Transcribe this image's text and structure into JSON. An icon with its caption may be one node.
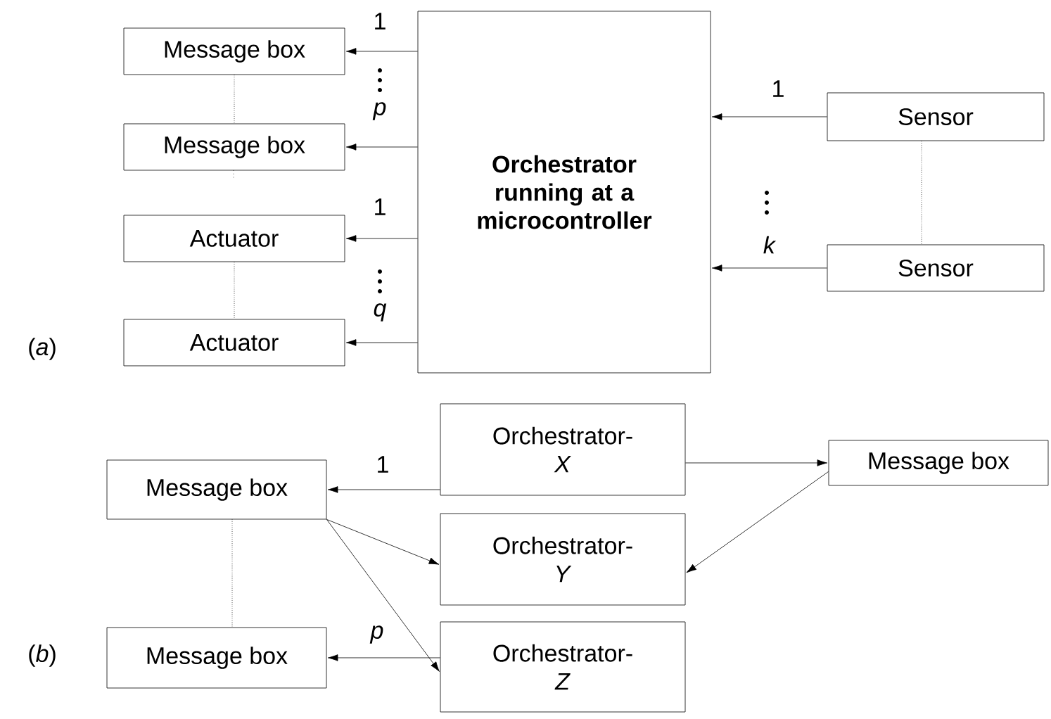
{
  "diagram": {
    "nodes": [
      {
        "text": [
          "Orchestrator running at a microcontroller"
        ]
      },
      {
        "text": [
          "Message box"
        ]
      },
      {
        "text": [
          "Message box"
        ]
      },
      {
        "text": [
          "Actuator"
        ]
      },
      {
        "text": [
          "Actuator"
        ]
      },
      {
        "text": [
          "Sensor"
        ]
      },
      {
        "text": [
          "Sensor"
        ]
      },
      {
        "text": [
          "Orchestrator- *X*"
        ]
      },
      {
        "text": [
          "Message box"
        ]
      },
      {
        "text": [
          "Message box"
        ]
      },
      {
        "text": [
          "Orchestrator- *Y*"
        ]
      },
      {
        "text": [
          "Orchestrator- *Z*"
        ]
      },
      {
        "text": [
          "Message box"
        ]
      }
    ],
    "edges": [
      {
        "from": 0,
        "to": 1,
        "arrow": "to",
        "label": "1"
      },
      {
        "from": 0,
        "to": 2,
        "arrow": "to",
        "label": "*p*"
      },
      {
        "from": 0,
        "to": 3,
        "arrow": "to",
        "label": "1"
      },
      {
        "from": 0,
        "to": 4,
        "arrow": "to",
        "label": "*q*"
      },
      {
        "from": 5,
        "to": 0,
        "arrow": "to",
        "label": "1"
      },
      {
        "from": 6,
        "to": 0,
        "arrow": "to",
        "label": "*k*"
      },
      {
        "from": 7,
        "to": 9,
        "arrow": "to",
        "label": "1"
      },
      {
        "from": 7,
        "to": 8,
        "arrow": "to"
      },
      {
        "from": 8,
        "to": 10,
        "arrow": "to"
      },
      {
        "from": 9,
        "to": 10,
        "arrow": "to"
      },
      {
        "from": 9,
        "to": 11,
        "arrow": "to"
      },
      {
        "from": 11,
        "to": 12,
        "arrow": "to",
        "label": "*p*"
      },
      {
        "from": 1,
        "to": 2,
        "arrow": "none",
        "style": "dashed"
      },
      {
        "from": 3,
        "to": 4,
        "arrow": "none",
        "style": "dashed"
      },
      {
        "from": 5,
        "to": 6,
        "arrow": "none",
        "style": "dashed"
      },
      {
        "from": 9,
        "to": 12,
        "arrow": "none",
        "style": "dashed"
      }
    ],
    "labels": [
      "(*a*)",
      "(*b*)"
    ]
  }
}
